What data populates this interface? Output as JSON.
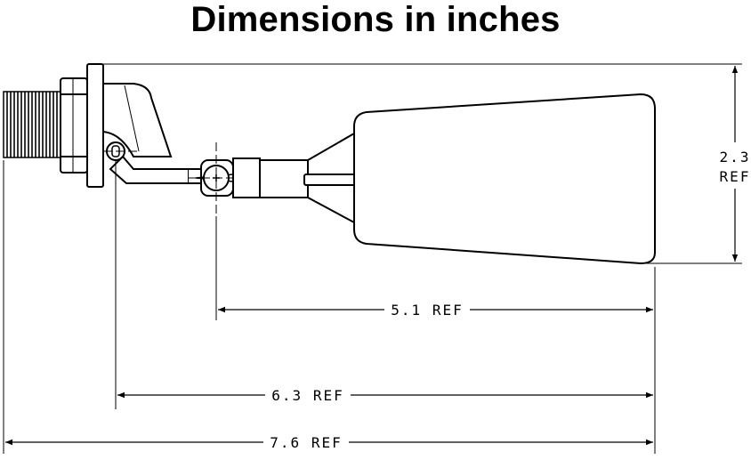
{
  "title": "Dimensions in inches",
  "dimensions": {
    "height": {
      "value": "2.3",
      "ref": "REF"
    },
    "arm_length": "5.1 REF",
    "pivot_length": "6.3 REF",
    "overall_length": "7.6 REF"
  }
}
